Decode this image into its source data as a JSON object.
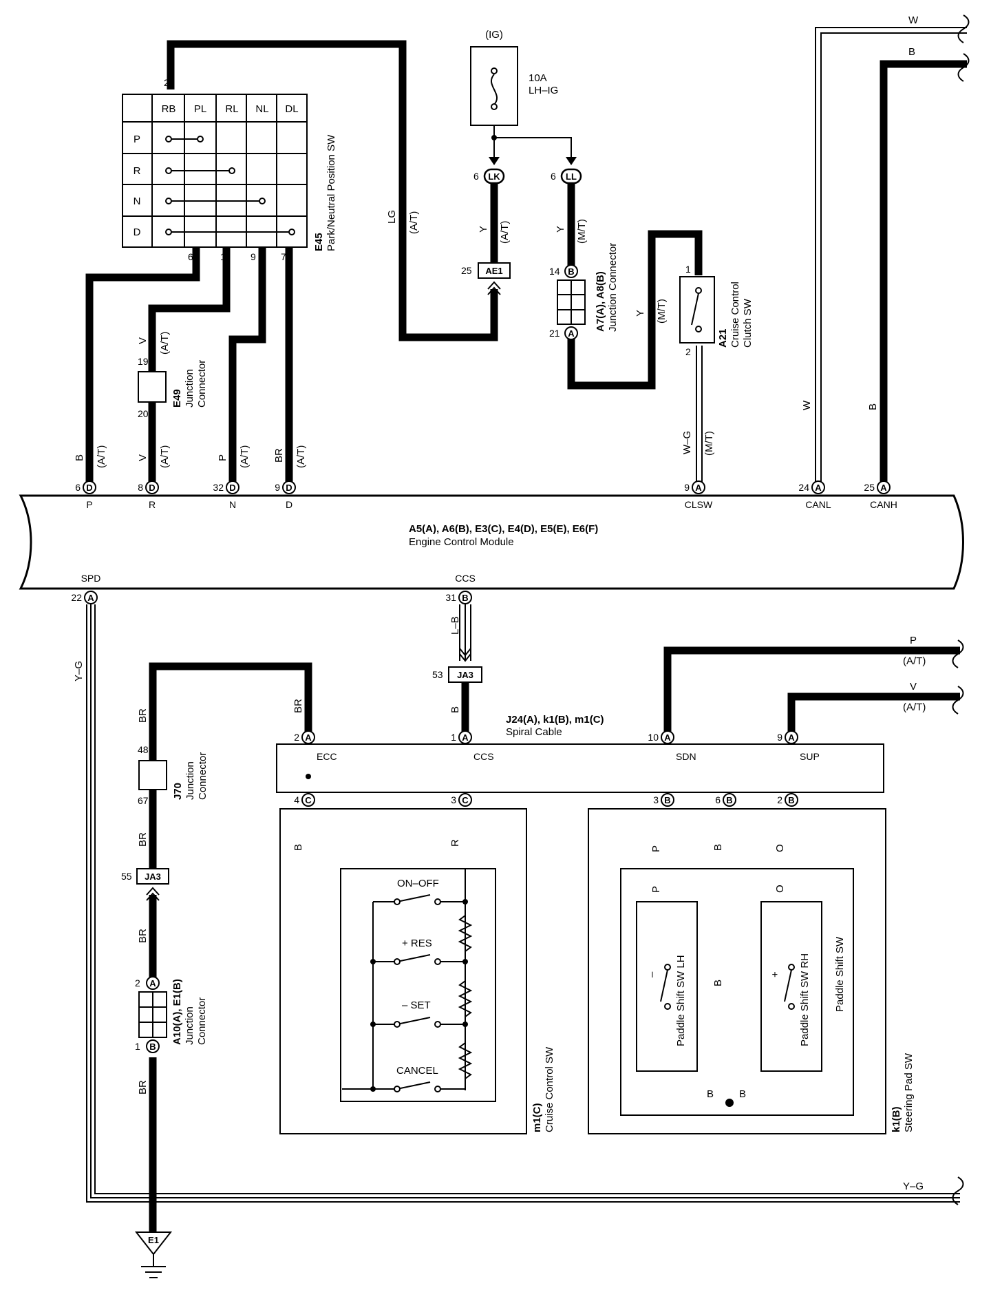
{
  "top": {
    "ig_label": "(IG)",
    "fuse_amp": "10A",
    "fuse_name": "LH–IG",
    "w_right": "W",
    "b_right": "B"
  },
  "e45": {
    "id": "E45",
    "name": "Park/Neutral Position SW",
    "pin_top": "2",
    "headers": [
      "RB",
      "PL",
      "RL",
      "NL",
      "DL"
    ],
    "rows": [
      "P",
      "R",
      "N",
      "D"
    ],
    "pins_bottom": [
      "6",
      "1",
      "9",
      "7"
    ]
  },
  "wires_top": {
    "lg": "LG",
    "at": "(A/T)",
    "mt": "(M/T)",
    "y": "Y",
    "v": "V",
    "b": "B",
    "p": "P",
    "br": "BR",
    "wg": "W–G",
    "w": "W"
  },
  "conn_lk": {
    "pin": "6",
    "code": "LK"
  },
  "conn_ll": {
    "pin": "6",
    "code": "LL"
  },
  "conn_ae1": {
    "pin": "25",
    "code": "AE1"
  },
  "a7": {
    "pin_top": "14",
    "pin_top_code": "B",
    "pin_bot": "21",
    "pin_bot_code": "A",
    "id": "A7(A), A8(B)",
    "name": "Junction Connector"
  },
  "a21": {
    "id": "A21",
    "name1": "Cruise Control",
    "name2": "Clutch SW",
    "pin1": "1",
    "pin2": "2"
  },
  "e49": {
    "id": "E49",
    "name1": "Junction",
    "name2": "Connector",
    "pin_top": "19",
    "pin_bot": "20"
  },
  "ecm": {
    "line1": "A5(A), A6(B), E3(C), E4(D), E5(E), E6(F)",
    "line2": "Engine Control Module",
    "top_pins": [
      {
        "num": "6",
        "code": "D",
        "name": "P"
      },
      {
        "num": "8",
        "code": "D",
        "name": "R"
      },
      {
        "num": "32",
        "code": "D",
        "name": "N"
      },
      {
        "num": "9",
        "code": "D",
        "name": "D"
      },
      {
        "num": "9",
        "code": "A",
        "name": "CLSW"
      },
      {
        "num": "24",
        "code": "A",
        "name": "CANL"
      },
      {
        "num": "25",
        "code": "A",
        "name": "CANH"
      }
    ],
    "bot_pins": [
      {
        "num": "22",
        "code": "A",
        "name": "SPD"
      },
      {
        "num": "31",
        "code": "B",
        "name": "CCS"
      }
    ]
  },
  "wires_bot": {
    "yg": "Y–G",
    "lb": "L–B",
    "br": "BR",
    "b": "B",
    "r": "R",
    "p": "P",
    "o": "O",
    "v": "V",
    "at": "(A/T)"
  },
  "ja3_upper": {
    "pin": "53",
    "code": "JA3"
  },
  "ja3_lower": {
    "pin": "55",
    "code": "JA3"
  },
  "j70": {
    "id": "J70",
    "name1": "Junction",
    "name2": "Connector",
    "pin_top": "48",
    "pin_bot": "67"
  },
  "a10": {
    "id": "A10(A), E1(B)",
    "name1": "Junction",
    "name2": "Connector",
    "pin_top": "2",
    "pin_top_code": "A",
    "pin_bot": "1",
    "pin_bot_code": "B"
  },
  "ground": {
    "code": "E1"
  },
  "spiral": {
    "line1": "J24(A), k1(B), m1(C)",
    "line2": "Spiral Cable",
    "top_pins": [
      {
        "num": "2",
        "code": "A",
        "name": "ECC"
      },
      {
        "num": "1",
        "code": "A",
        "name": "CCS"
      },
      {
        "num": "10",
        "code": "A",
        "name": "SDN"
      },
      {
        "num": "9",
        "code": "A",
        "name": "SUP"
      }
    ],
    "bot_pins": [
      {
        "num": "4",
        "code": "C"
      },
      {
        "num": "3",
        "code": "C"
      },
      {
        "num": "3",
        "code": "B"
      },
      {
        "num": "6",
        "code": "B"
      },
      {
        "num": "2",
        "code": "B"
      }
    ]
  },
  "cruise_sw": {
    "id": "m1(C)",
    "name": "Cruise Control SW",
    "switches": [
      "ON–OFF",
      "+ RES",
      "– SET",
      "CANCEL"
    ]
  },
  "pad_sw": {
    "id": "k1(B)",
    "name": "Steering Pad SW",
    "paddle": "Paddle Shift SW",
    "lh": "Paddle Shift SW LH",
    "rh": "Paddle Shift SW RH",
    "minus": "–",
    "plus": "+"
  }
}
